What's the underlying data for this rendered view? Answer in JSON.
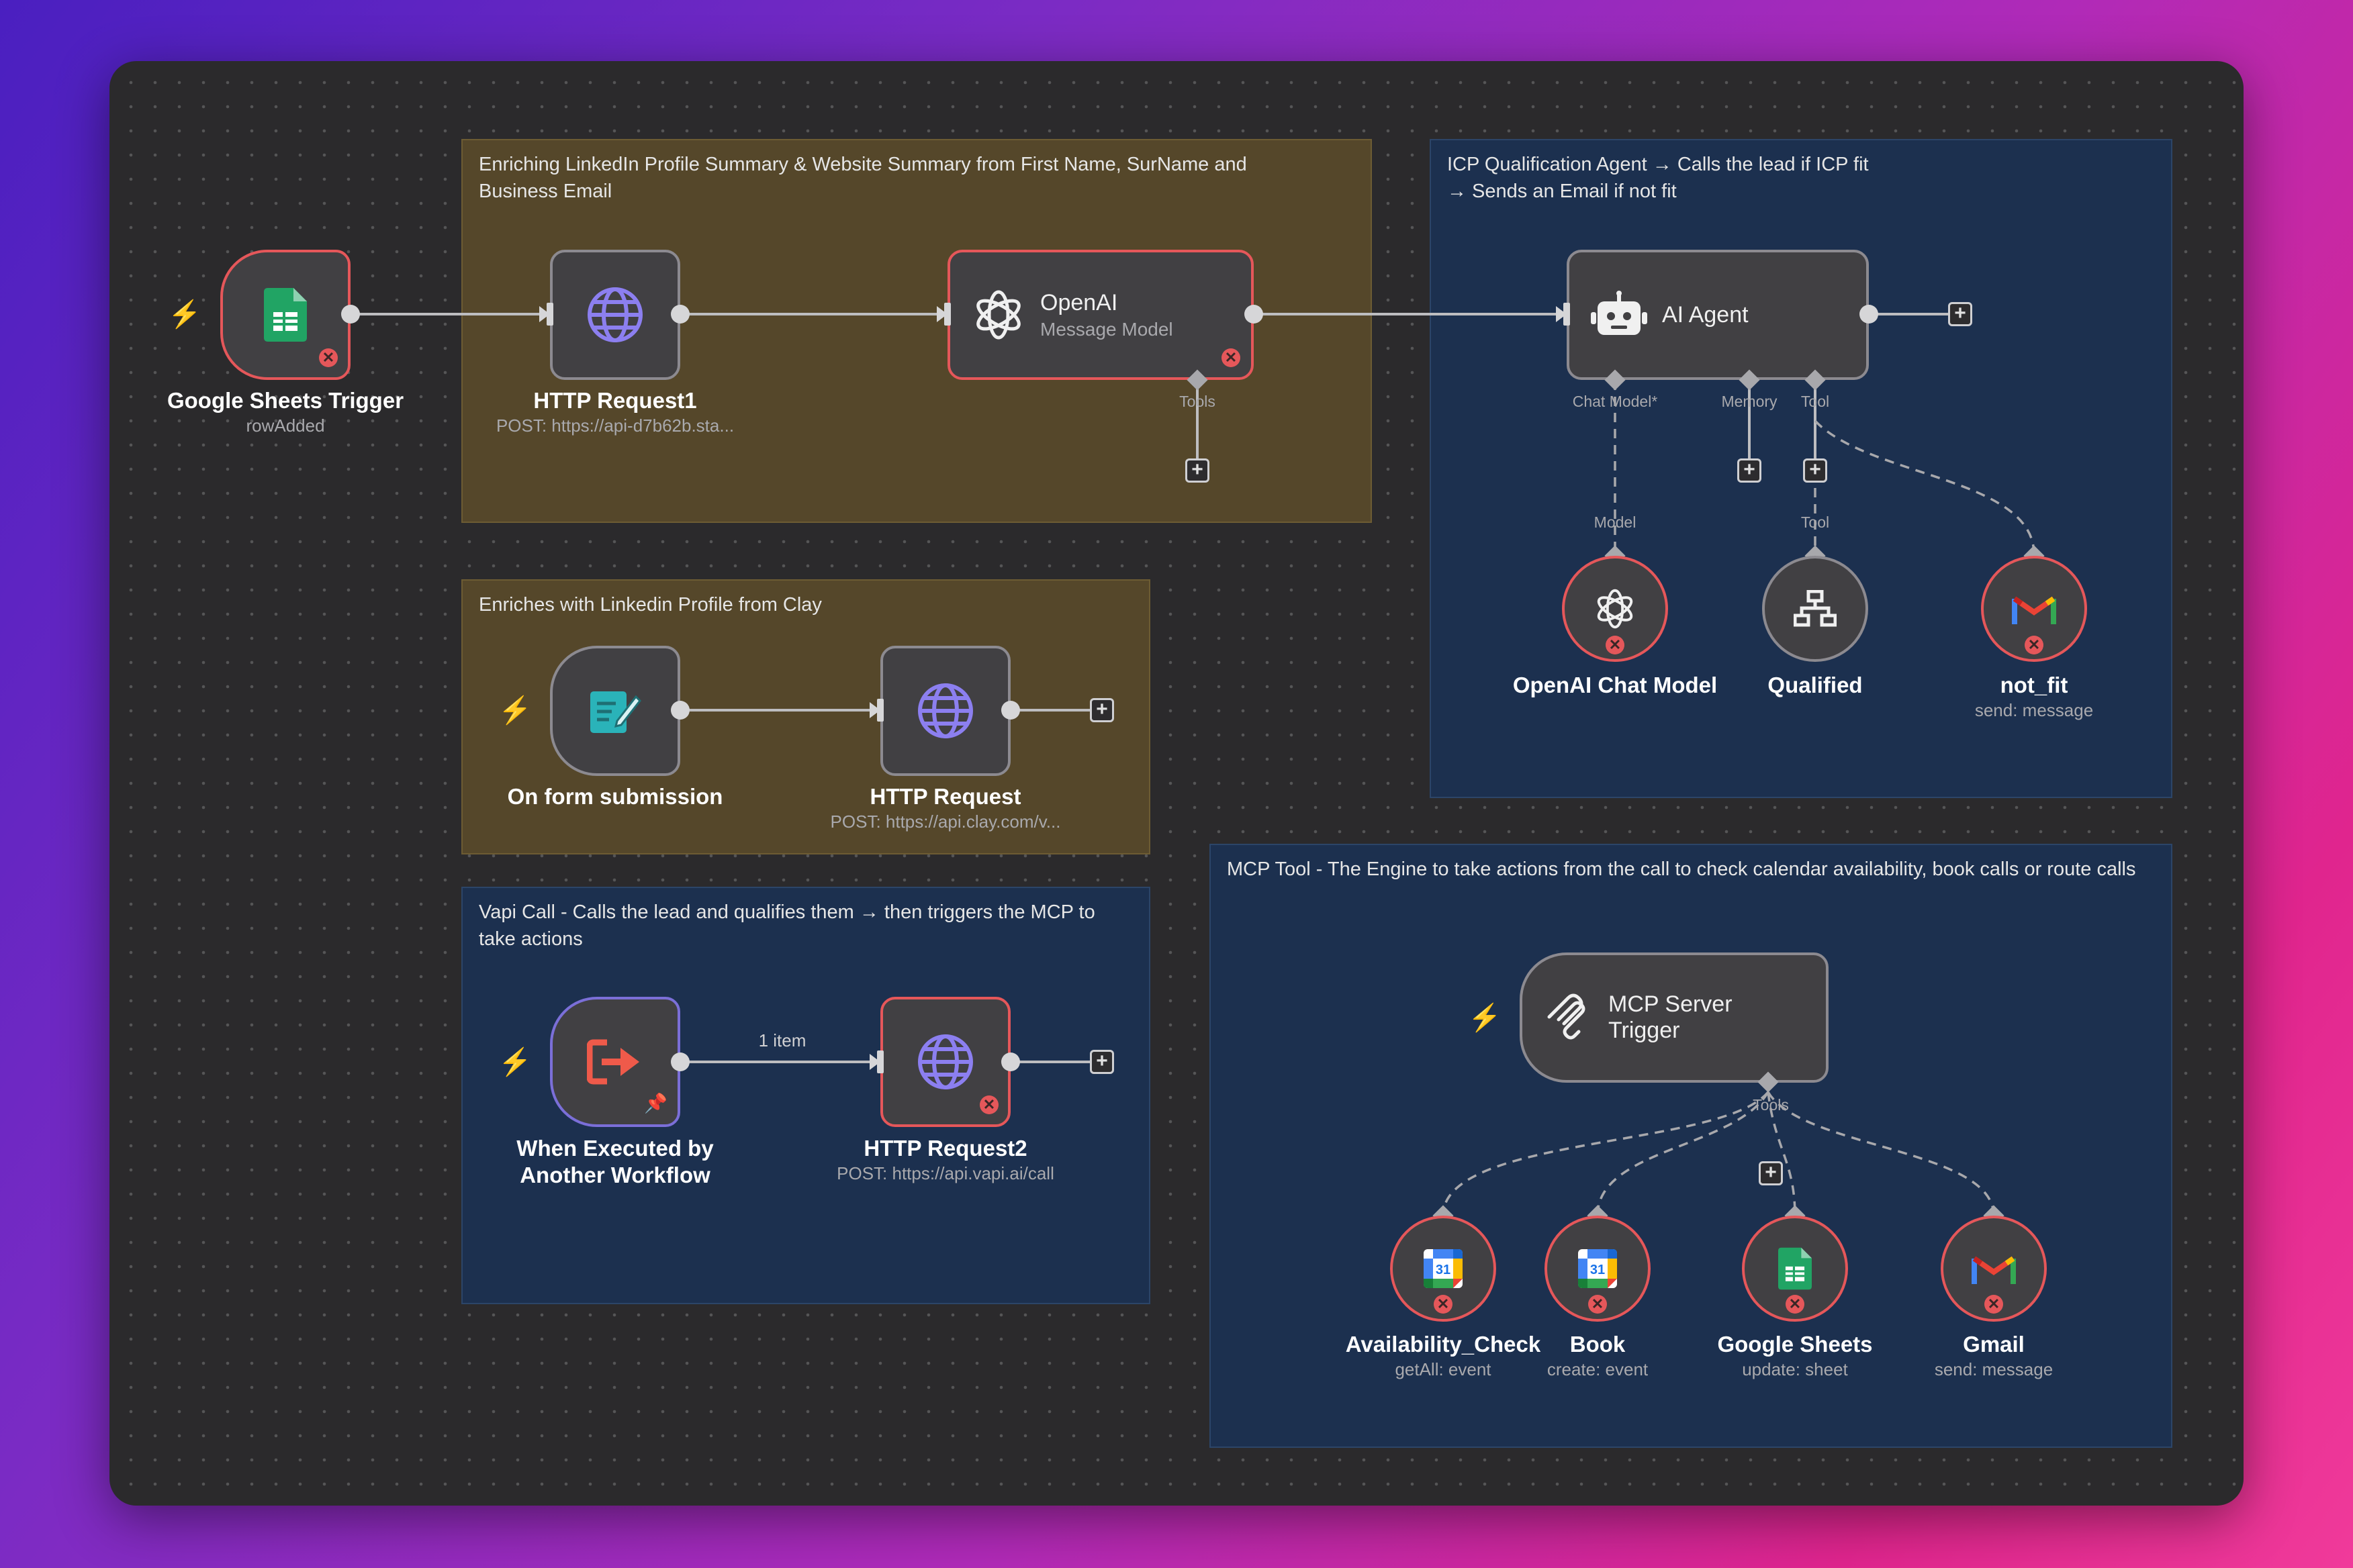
{
  "groups": {
    "enrich": "Enriching LinkedIn Profile Summary & Website Summary from First Name, SurName and Business Email",
    "clay": "Enriches with Linkedin Profile from Clay",
    "vapi": "Vapi Call - Calls the lead and qualifies them → then triggers the MCP to take actions",
    "icp": "ICP Qualification Agent → Calls the lead if ICP fit\n→ Sends an Email if not fit",
    "mcp": "MCP Tool - The Engine to take actions from the call to check calendar availability, book calls or route calls"
  },
  "nodes": {
    "sheets_trigger": {
      "title": "Google Sheets Trigger",
      "sub": "rowAdded"
    },
    "http1": {
      "title": "HTTP Request1",
      "sub": "POST: https://api-d7b62b.sta..."
    },
    "openai": {
      "title": "OpenAI",
      "sub": "Message Model"
    },
    "form": {
      "title": "On form submission"
    },
    "http": {
      "title": "HTTP Request",
      "sub": "POST: https://api.clay.com/v..."
    },
    "exec": {
      "title": "When Executed by\nAnother Workflow"
    },
    "http2": {
      "title": "HTTP Request2",
      "sub": "POST: https://api.vapi.ai/call"
    },
    "agent": {
      "title": "AI Agent"
    },
    "chat_model": {
      "title": "OpenAI Chat Model"
    },
    "qualified": {
      "title": "Qualified"
    },
    "not_fit": {
      "title": "not_fit",
      "sub": "send: message"
    },
    "mcp_trigger": {
      "title": "MCP Server\nTrigger"
    },
    "avail": {
      "title": "Availability_Check",
      "sub": "getAll: event"
    },
    "book": {
      "title": "Book",
      "sub": "create: event"
    },
    "gsheets": {
      "title": "Google Sheets",
      "sub": "update: sheet"
    },
    "gmail": {
      "title": "Gmail",
      "sub": "send: message"
    }
  },
  "ports": {
    "tools": "Tools",
    "chat_model": "Chat Model*",
    "memory": "Memory",
    "tool": "Tool",
    "model": "Model",
    "item_count": "1 item"
  },
  "icons": [
    "google-sheets-icon",
    "globe-icon",
    "openai-icon",
    "form-icon",
    "execute-workflow-icon",
    "robot-icon",
    "sitemap-icon",
    "gmail-icon",
    "mcp-icon",
    "google-calendar-icon",
    "bolt-icon",
    "error-icon",
    "plus-icon"
  ],
  "colors": {
    "accent_error": "#e5575a",
    "trigger": "#ef5a4a",
    "group_brown": "#55472a",
    "group_blue": "#1c304f"
  }
}
